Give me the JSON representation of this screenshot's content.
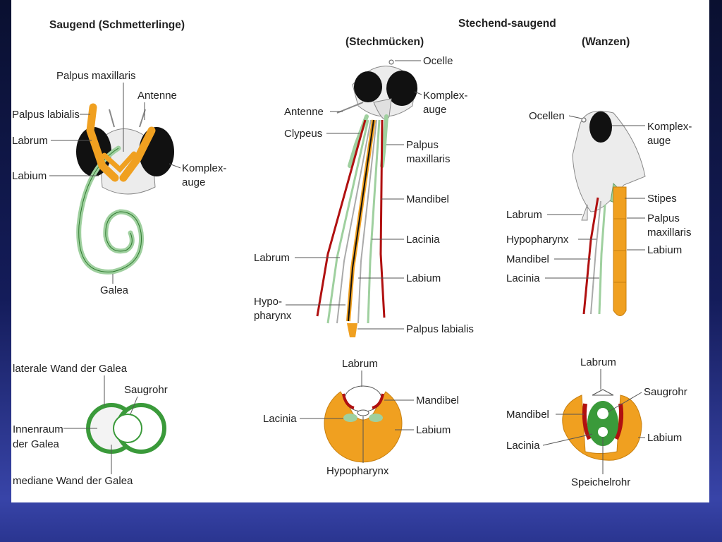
{
  "headings": {
    "saugend": "Saugend (Schmetterlinge)",
    "stechend": "Stechend-saugend",
    "stechmuecken": "(Stechmücken)",
    "wanzen": "(Wanzen)"
  },
  "butterfly": {
    "palpus_maxillaris": "Palpus maxillaris",
    "antenne": "Antenne",
    "palpus_labialis": "Palpus labialis",
    "labrum": "Labrum",
    "labium": "Labium",
    "komplex1": "Komplex-",
    "komplex2": "auge",
    "galea": "Galea"
  },
  "galea_section": {
    "laterale": "laterale Wand der Galea",
    "saugrohr": "Saugrohr",
    "innenraum1": "Innenraum",
    "innenraum2": "der Galea",
    "mediane": "mediane Wand der Galea"
  },
  "mosquito": {
    "ocelle": "Ocelle",
    "komplex1": "Komplex-",
    "komplex2": "auge",
    "antenne": "Antenne",
    "clypeus": "Clypeus",
    "palpus_max1": "Palpus",
    "palpus_max2": "maxillaris",
    "mandibel": "Mandibel",
    "lacinia": "Lacinia",
    "labrum": "Labrum",
    "labium": "Labium",
    "hypo1": "Hypo-",
    "hypo2": "pharynx",
    "palpus_labialis": "Palpus labialis"
  },
  "mosquito_section": {
    "labrum": "Labrum",
    "mandibel": "Mandibel",
    "lacinia": "Lacinia",
    "labium": "Labium",
    "hypopharynx": "Hypopharynx"
  },
  "bug": {
    "ocellen": "Ocellen",
    "komplex1": "Komplex-",
    "komplex2": "auge",
    "stipes": "Stipes",
    "labrum": "Labrum",
    "palpus1": "Palpus",
    "palpus2": "maxillaris",
    "hypopharynx": "Hypopharynx",
    "labium": "Labium",
    "mandibel": "Mandibel",
    "lacinia": "Lacinia"
  },
  "bug_section": {
    "labrum": "Labrum",
    "saugrohr": "Saugrohr",
    "mandibel": "Mandibel",
    "labium": "Labium",
    "lacinia": "Lacinia",
    "speichelrohr": "Speichelrohr"
  },
  "colors": {
    "orange": "#f0a020",
    "green": "#9fd09f",
    "dark_green": "#3a9a3a",
    "red": "#b01010",
    "grey": "#e8e8e8",
    "eye": "#111111"
  }
}
